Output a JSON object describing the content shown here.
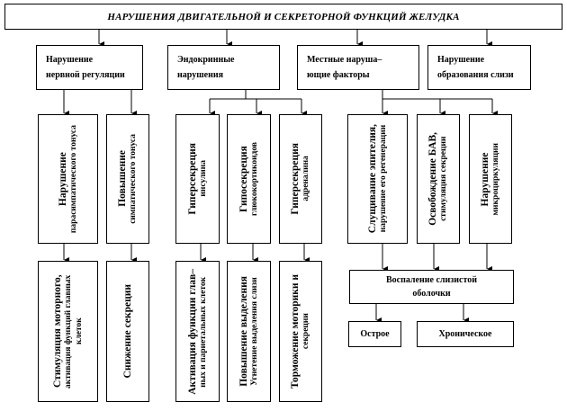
{
  "title": "НАРУШЕНИЯ ДВИГАТЕЛЬНОЙ И СЕКРЕТОРНОЙ ФУНКЦИЙ ЖЕЛУДКА",
  "level1": [
    {
      "line1": "Нарушение",
      "line2": "нервной регуляции"
    },
    {
      "line1": "Эндокринные",
      "line2": "нарушения"
    },
    {
      "line1": "Местные наруша–",
      "line2": "ющие факторы"
    },
    {
      "line1": "Нарушение",
      "line2": "образования слизи"
    }
  ],
  "level2": [
    {
      "main": "Нарушение",
      "sub": "парасимпатического тонуса"
    },
    {
      "main": "Повышение",
      "sub": "симпатического тонуса"
    },
    {
      "main": "Гиперсекреция",
      "sub": "инсулина"
    },
    {
      "main": "Гипосекреция",
      "sub": "глюкокортикоидов"
    },
    {
      "main": "Гиперсекреция",
      "sub": "адреналина"
    },
    {
      "main": "Слущивание эпителия,",
      "sub": "нарушение его регенерации"
    },
    {
      "main": "Освобождение БАВ,",
      "sub": "стимуляция секреции"
    },
    {
      "main": "Нарушение",
      "sub": "микроциркуляции"
    }
  ],
  "level3": [
    {
      "main": "Стимуляция моторного,",
      "sub": "активация функций главных клеток"
    },
    {
      "main": "Снижение секреции",
      "sub": ""
    },
    {
      "main": "Активация функции глав–",
      "sub": "ных и париетальных клеток"
    },
    {
      "main": "Повышение выделения",
      "sub": "Угнетение выделения слизи"
    },
    {
      "main": "Торможение моторики и",
      "sub": "секреции"
    }
  ],
  "inflammation": {
    "line1": "Воспаление слизистой",
    "line2": "оболочки"
  },
  "acute": "Острое",
  "chronic": "Хроническое"
}
